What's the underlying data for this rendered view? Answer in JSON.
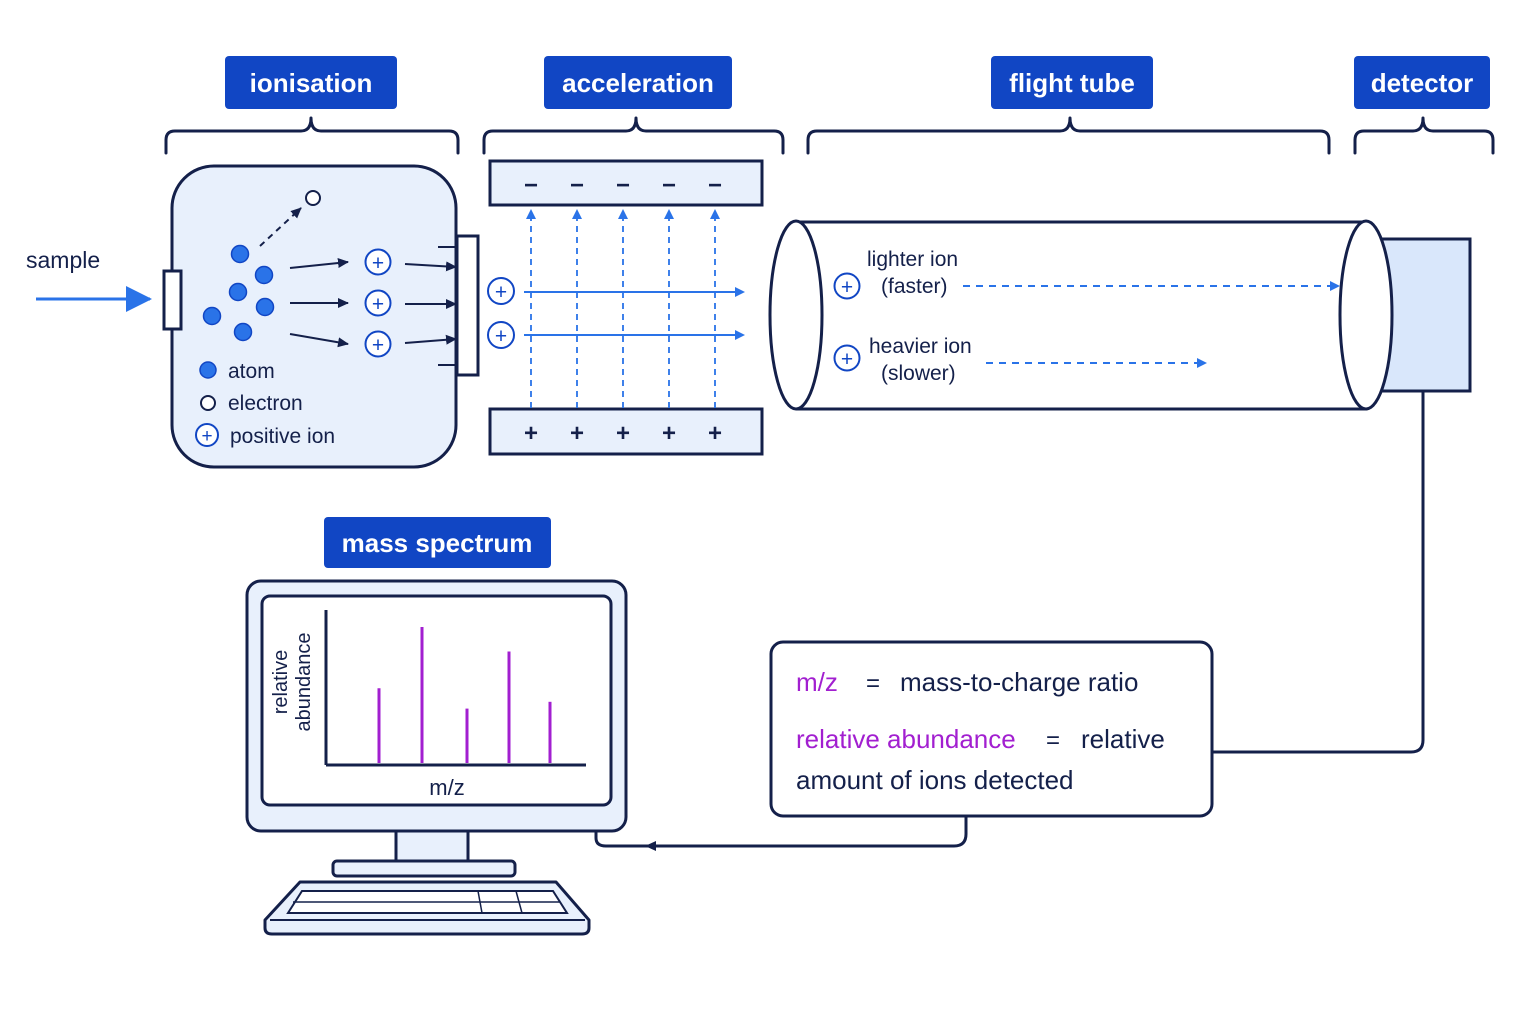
{
  "stages": {
    "ionisation": "ionisation",
    "acceleration": "acceleration",
    "flight_tube": "flight tube",
    "detector": "detector",
    "mass_spectrum": "mass spectrum"
  },
  "sample_label": "sample",
  "legend": {
    "atom": "atom",
    "electron": "electron",
    "positive_ion": "positive ion"
  },
  "plate_signs": {
    "negative": "−",
    "positive": "+"
  },
  "ion_symbol": "+",
  "flight_tube": {
    "lighter_ion": "lighter ion",
    "lighter_speed": "(faster)",
    "heavier_ion": "heavier ion",
    "heavier_speed": "(slower)"
  },
  "spectrum": {
    "xlabel": "m/z",
    "ylabel_line1": "relative",
    "ylabel_line2": "abundance",
    "peaks": [
      0.55,
      1.0,
      0.4,
      0.82,
      0.45
    ],
    "peak_color": "#a21fd0"
  },
  "key": {
    "mz_term": "m/z",
    "mz_equals": "=",
    "mz_definition": "mass-to-charge ratio",
    "ra_term": "relative abundance",
    "ra_equals": "=",
    "ra_definition_line1": "relative",
    "ra_definition_line2": "amount of ions detected"
  },
  "colors": {
    "accent": "#1146c4",
    "arrow_blue": "#2a73e8",
    "outline": "#14204a",
    "panel_fill": "#e8f0fc",
    "highlight": "#a21fd0"
  }
}
